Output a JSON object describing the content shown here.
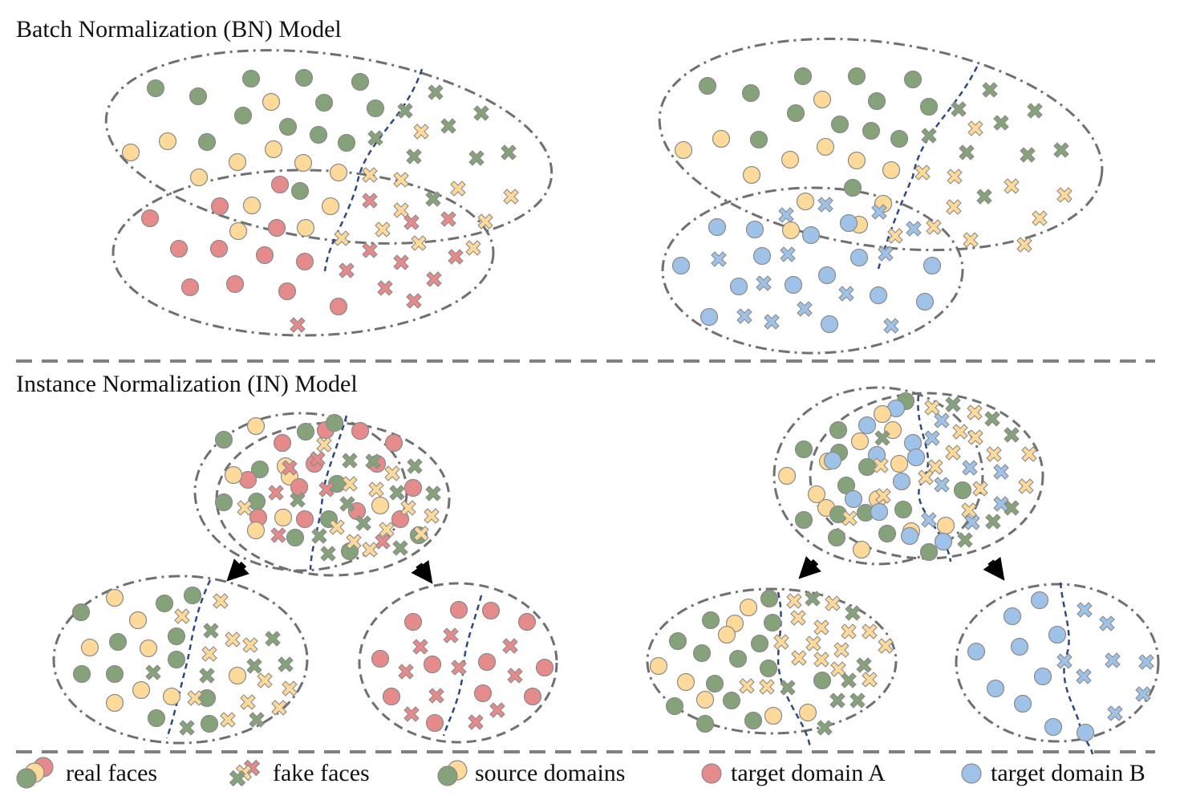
{
  "titles": {
    "bn": "Batch Normalization (BN) Model",
    "in": "Instance Normalization (IN) Model"
  },
  "legend": {
    "real_faces": "real faces",
    "fake_faces": "fake faces",
    "source_domains": "source domains",
    "target_domain_a": "target domain A",
    "target_domain_b": "target domain B"
  },
  "colors": {
    "source_green": "#86a27a",
    "source_yellow": "#fdd99a",
    "target_a_red": "#e58b8b",
    "target_b_blue": "#9fc3e8",
    "marker_stroke": "#8a8a8a",
    "ellipse_stroke": "#707070",
    "boundary_blue": "#2e4a80",
    "divider_gray": "#808080",
    "arrow_black": "#000000"
  },
  "marker_types": [
    "real-face-circle",
    "fake-face-cross"
  ],
  "icons": [
    "arrow-down-left-icon",
    "arrow-down-right-icon"
  ]
}
